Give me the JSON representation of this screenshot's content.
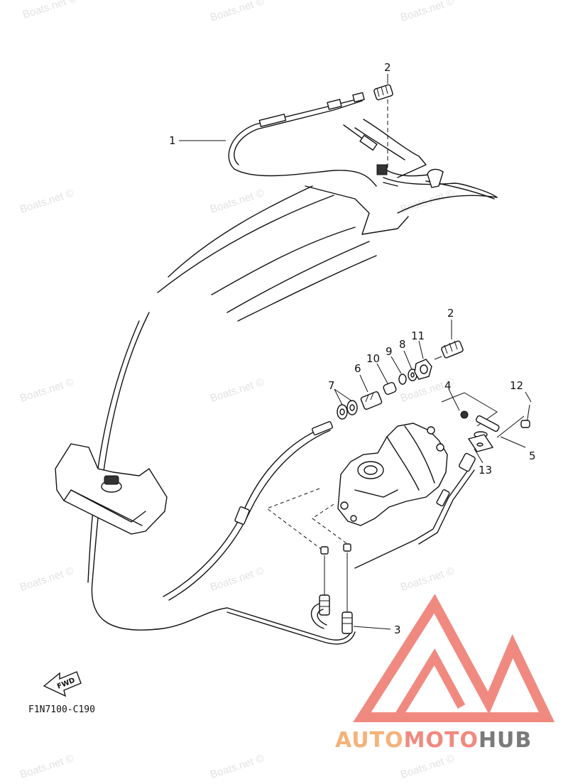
{
  "diagram": {
    "code": "F1N7100-C190",
    "fwd_label": "FWD",
    "callouts": {
      "c1": "1",
      "c2a": "2",
      "c2b": "2",
      "c3": "3",
      "c4": "4",
      "c5": "5",
      "c6": "6",
      "c7": "7",
      "c8": "8",
      "c9": "9",
      "c10": "10",
      "c11": "11",
      "c12": "12",
      "c13": "13"
    }
  },
  "watermarks": [
    "Boats.net ©",
    "Boats.net ©",
    "Boats.net ©",
    "Boats.net ©",
    "Boats.net ©",
    "Boats.net ©",
    "Boats.net ©",
    "Boats.net ©",
    "Boats.net ©",
    "Boats.net ©",
    "Boats.net ©",
    "Boats.net ©",
    "Boats.net ©",
    "Boats.net ©",
    "Boats.net ©"
  ],
  "brand": {
    "part1": "AUTO",
    "part2": "MOTO",
    "part3": "HUB"
  },
  "colors": {
    "logo_red": "#f08a80",
    "logo_orange": "#f5b27a",
    "logo_gray": "#7a7a7a",
    "watermark": "#e2e2e2"
  }
}
